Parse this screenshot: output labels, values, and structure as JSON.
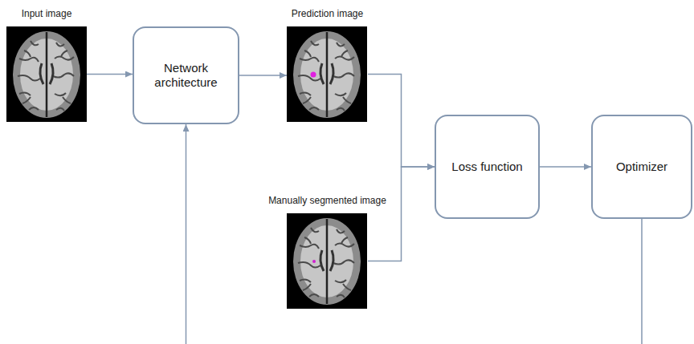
{
  "diagram": {
    "nodes": [
      {
        "text": [
          "Input image"
        ]
      },
      {
        "text": [
          "Network architecture"
        ]
      },
      {
        "text": [
          "Prediction image"
        ]
      },
      {
        "text": [
          "Manually segmented image"
        ]
      },
      {
        "text": [
          "Loss function"
        ]
      },
      {
        "text": [
          "Optimizer"
        ]
      }
    ],
    "edges": [
      {
        "from": 0,
        "to": 1,
        "arrow": "to"
      },
      {
        "from": 1,
        "to": 2,
        "arrow": "to"
      },
      {
        "from": 2,
        "to": 4,
        "arrow": "to"
      },
      {
        "from": 3,
        "to": 4,
        "arrow": "to"
      },
      {
        "from": 4,
        "to": 5,
        "arrow": "to"
      },
      {
        "from": 5,
        "to": 1,
        "arrow": "to"
      }
    ]
  }
}
